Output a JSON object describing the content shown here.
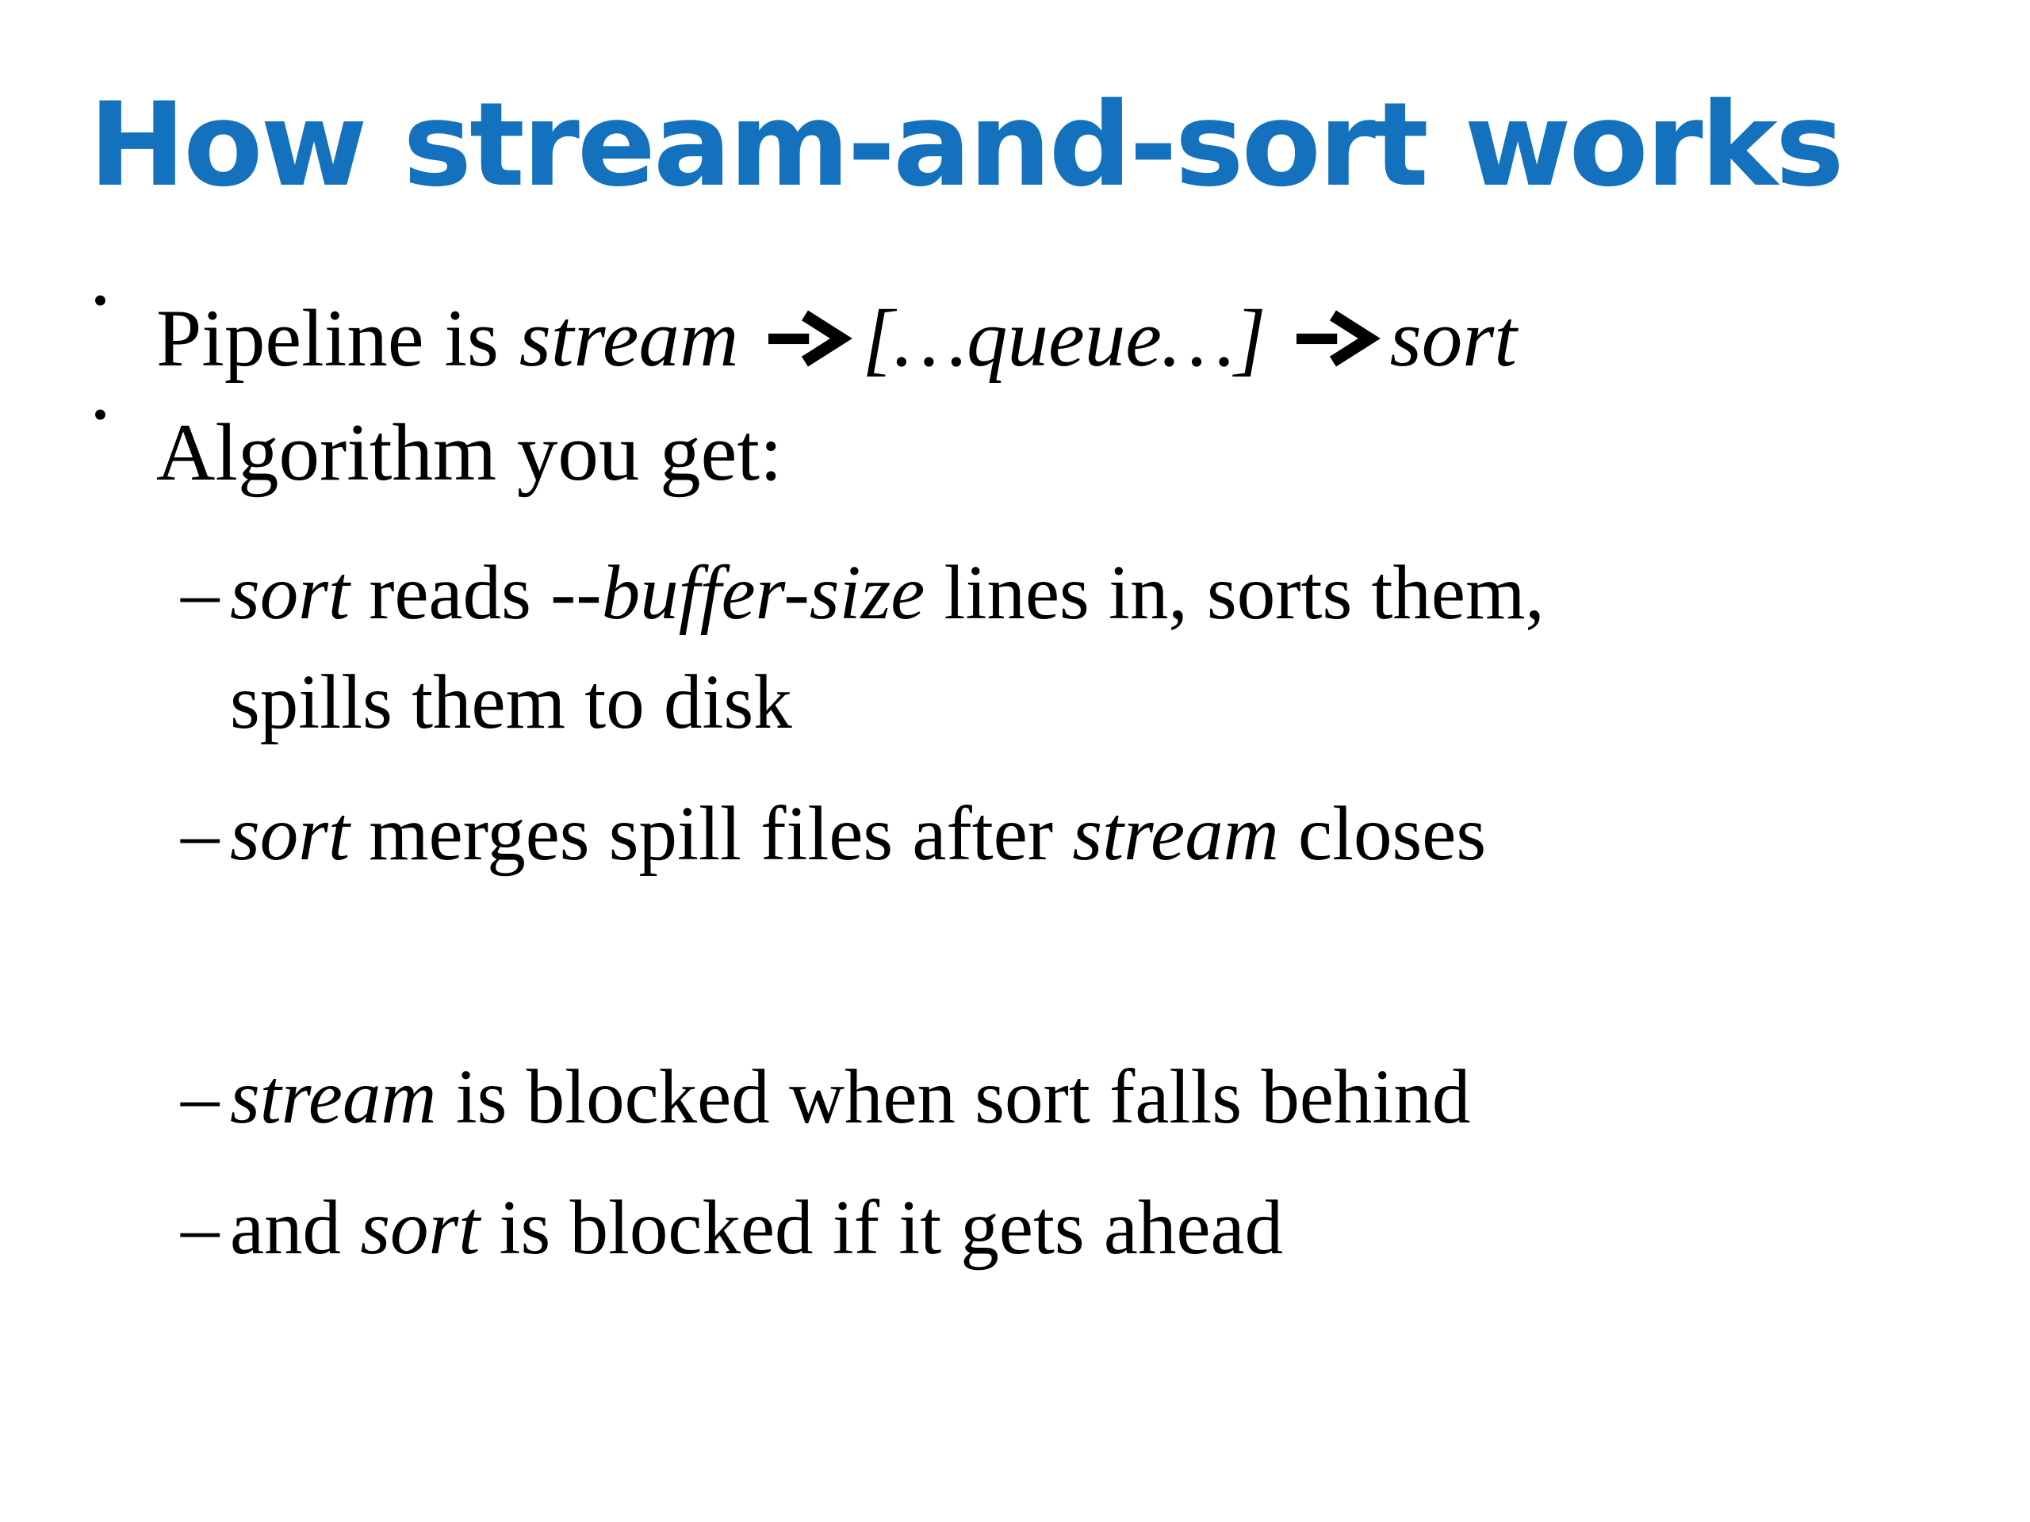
{
  "slide": {
    "title": "How stream-and-sort works",
    "colors": {
      "title_blue": "#1371BE",
      "body_text": "#000000",
      "background": "#FFFFFF"
    },
    "markers": {
      "level1": "•",
      "level2": "–"
    },
    "icons": {
      "arrow": "right-arrow"
    },
    "pipeline": {
      "lead": "Pipeline is ",
      "stream": "stream",
      "queue": "[…queue…]",
      "sort": "sort"
    },
    "algorithm": {
      "text": "Algorithm you get:"
    },
    "sub_reads": {
      "sort": "sort",
      "reads": " reads ",
      "buffer": "--buffer-size",
      "tail": " lines in, sorts them,",
      "wrap": "spills them to disk"
    },
    "sub_merge": {
      "sort": "sort",
      "mid": " merges spill files after ",
      "stream": "stream",
      "tail": " closes"
    },
    "sub_stream_blocked": {
      "stream": "stream",
      "tail": " is blocked when sort falls behind"
    },
    "sub_sort_blocked": {
      "lead": "and ",
      "sort": "sort",
      "tail": " is blocked if it gets ahead"
    }
  }
}
